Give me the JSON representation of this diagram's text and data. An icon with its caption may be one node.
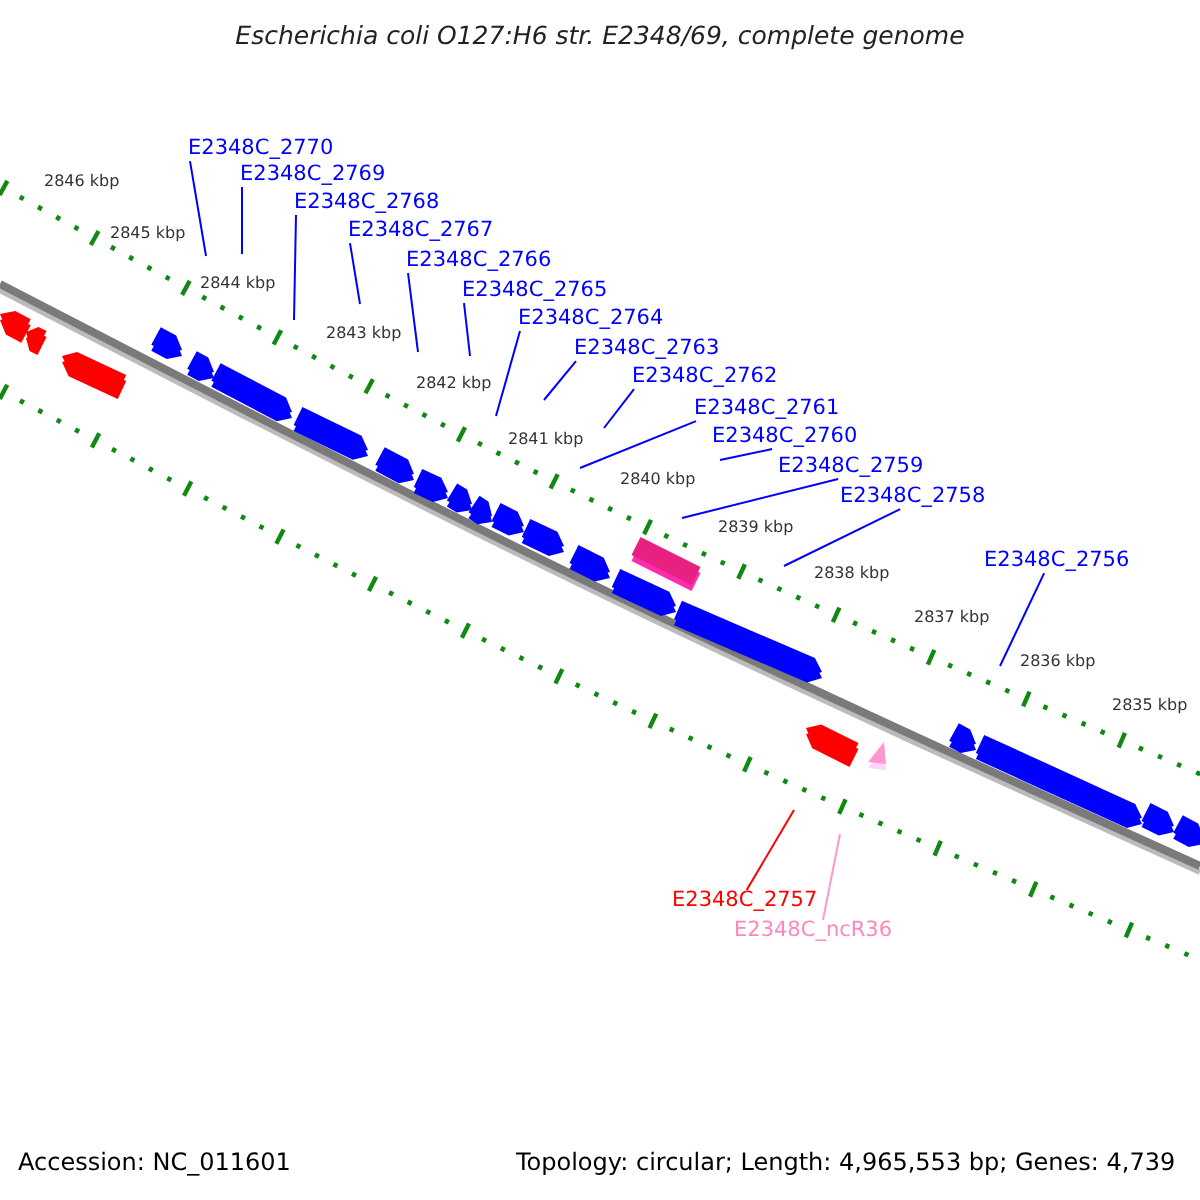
{
  "diagram": {
    "title": "Escherichia coli O127:H6 str. E2348/69, complete genome",
    "nodes": [
      {
        "text": [
          "E2348C_2770"
        ]
      },
      {
        "text": [
          "E2348C_2769"
        ]
      },
      {
        "text": [
          "E2348C_2768"
        ]
      },
      {
        "text": [
          "E2348C_2767"
        ]
      },
      {
        "text": [
          "E2348C_2766"
        ]
      },
      {
        "text": [
          "E2348C_2765"
        ]
      },
      {
        "text": [
          "E2348C_2764"
        ]
      },
      {
        "text": [
          "E2348C_2763"
        ]
      },
      {
        "text": [
          "E2348C_2762"
        ]
      },
      {
        "text": [
          "E2348C_2761"
        ]
      },
      {
        "text": [
          "E2348C_2760"
        ]
      },
      {
        "text": [
          "E2348C_2759"
        ]
      },
      {
        "text": [
          "E2348C_2758"
        ]
      },
      {
        "text": [
          "E2348C_2756"
        ]
      },
      {
        "text": [
          "E2348C_2757"
        ]
      },
      {
        "text": [
          "E2348C_ncR36"
        ]
      }
    ],
    "edges": [
      {
        "from": 0,
        "to": null,
        "arrow": "none"
      },
      {
        "from": 1,
        "to": null,
        "arrow": "none"
      },
      {
        "from": 2,
        "to": null,
        "arrow": "none"
      },
      {
        "from": 3,
        "to": null,
        "arrow": "none"
      },
      {
        "from": 4,
        "to": null,
        "arrow": "none"
      },
      {
        "from": 5,
        "to": null,
        "arrow": "none"
      },
      {
        "from": 6,
        "to": null,
        "arrow": "none"
      },
      {
        "from": 7,
        "to": null,
        "arrow": "none"
      },
      {
        "from": 8,
        "to": null,
        "arrow": "none"
      },
      {
        "from": 9,
        "to": null,
        "arrow": "none"
      },
      {
        "from": 10,
        "to": null,
        "arrow": "none"
      },
      {
        "from": 11,
        "to": null,
        "arrow": "none"
      },
      {
        "from": 12,
        "to": null,
        "arrow": "none"
      },
      {
        "from": 13,
        "to": null,
        "arrow": "none"
      },
      {
        "from": 14,
        "to": null,
        "arrow": "none",
        "color": "#ff0000"
      },
      {
        "from": 15,
        "to": null,
        "arrow": "none",
        "color": "#ff99cc"
      }
    ],
    "labels": [
      "2846 kbp",
      "2845 kbp",
      "2844 kbp",
      "2843 kbp",
      "2842 kbp",
      "2841 kbp",
      "2840 kbp",
      "2839 kbp",
      "2838 kbp",
      "2837 kbp",
      "2836 kbp",
      "2835 kbp",
      "Accession: NC_011601",
      "Topology: circular; Length: 4,965,553 bp; Genes: 4,739"
    ]
  }
}
